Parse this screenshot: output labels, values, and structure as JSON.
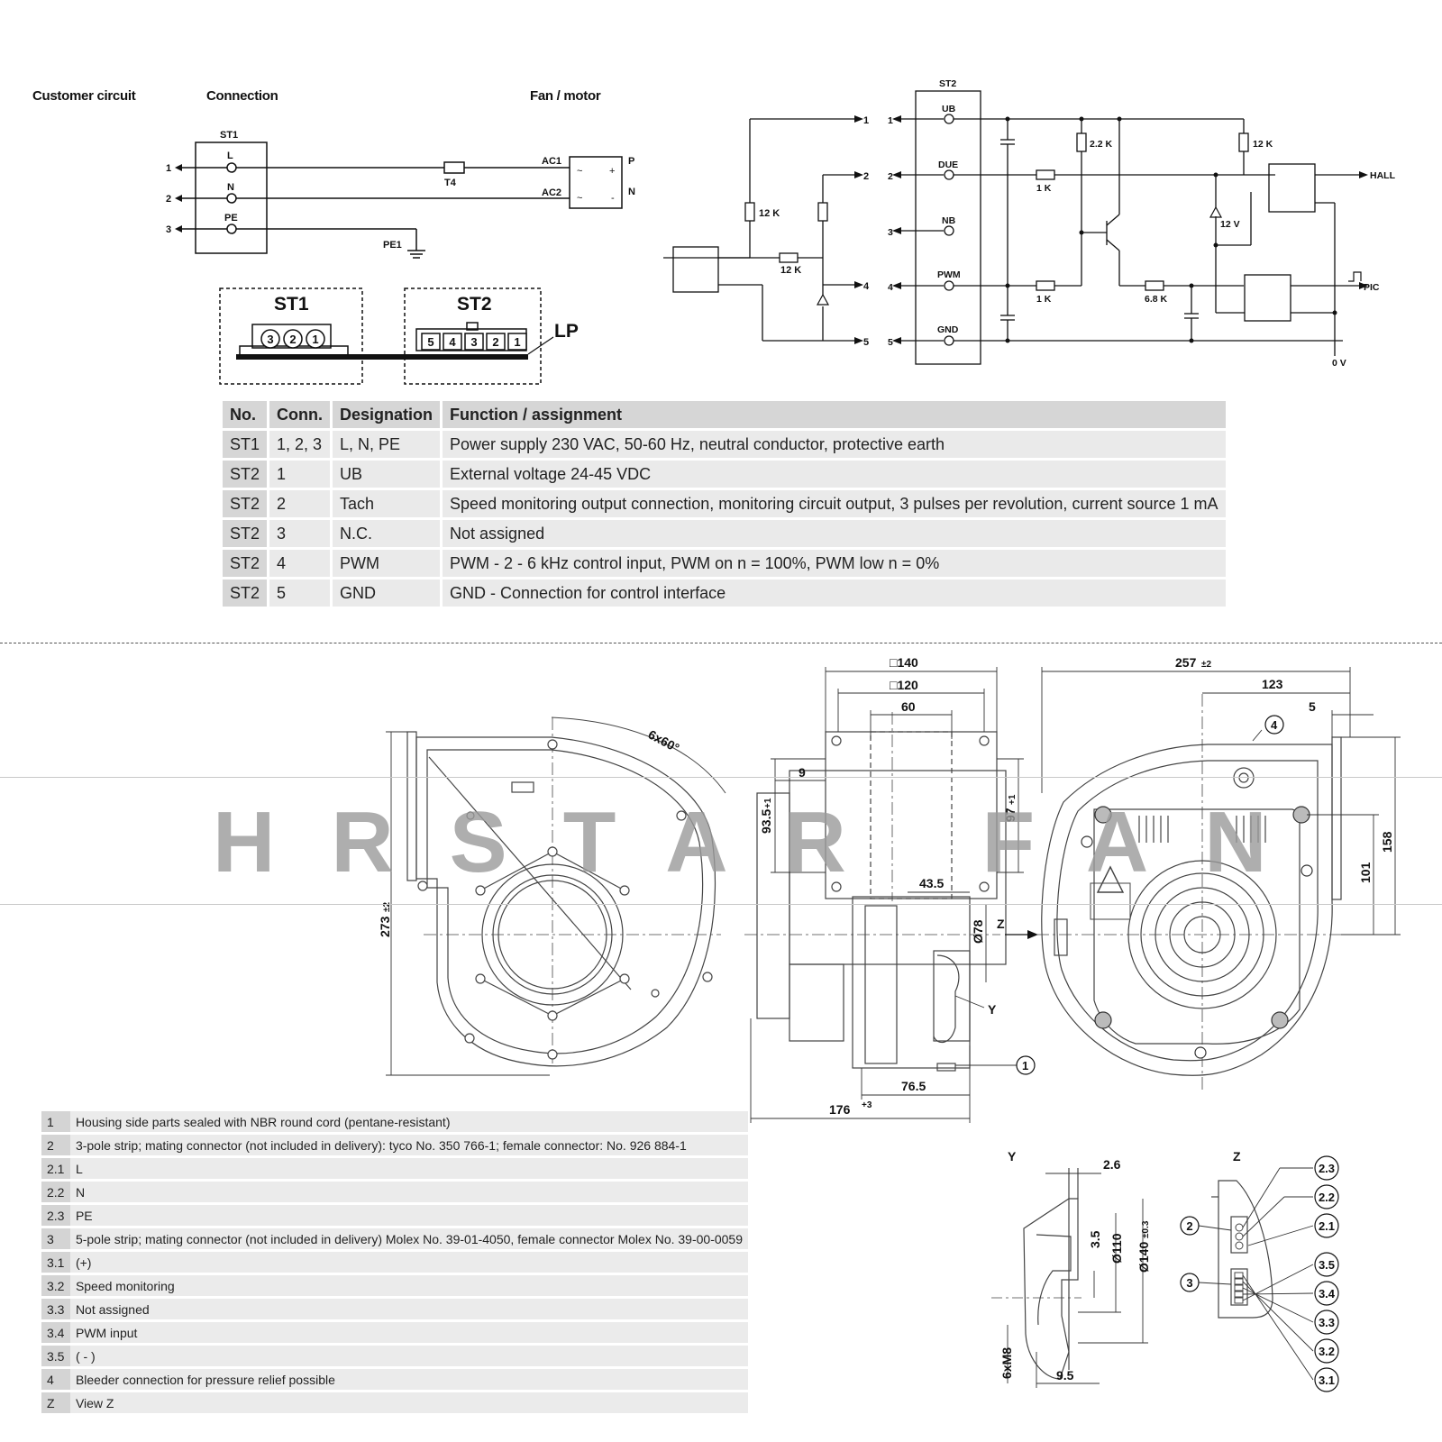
{
  "headers": {
    "customer": "Customer circuit",
    "connection": "Connection",
    "fan": "Fan / motor"
  },
  "left_circuit": {
    "st1": "ST1",
    "l": "L",
    "n": "N",
    "pe": "PE",
    "t4": "T4",
    "ac1": "AC1",
    "ac2": "AC2",
    "p": "P",
    "n2": "N",
    "pe1": "PE1",
    "num1": "1",
    "num2": "2",
    "num3": "3"
  },
  "connectors": {
    "st1": "ST1",
    "st2": "ST2",
    "lp": "LP",
    "st1_pins": [
      "3",
      "2",
      "1"
    ],
    "st2_pins": [
      "5",
      "4",
      "3",
      "2",
      "1"
    ]
  },
  "right_circuit": {
    "st2": "ST2",
    "ub": "UB",
    "due": "DUE",
    "nb": "NB",
    "pwm": "PWM",
    "gnd": "GND",
    "r12k_a": "12 K",
    "r12k_b": "12 K",
    "r2_2k": "2.2 K",
    "r12k_c": "12 K",
    "r1k_a": "1 K",
    "r1k_b": "1 K",
    "r6_8k": "6.8 K",
    "z12v": "12 V",
    "hall": "HALL",
    "pic": "PIC",
    "zero_v": "0 V",
    "nums": [
      "1",
      "2",
      "3",
      "4",
      "5"
    ]
  },
  "pin_table": {
    "headers": [
      "No.",
      "Conn.",
      "Designation",
      "Function / assignment"
    ],
    "rows": [
      [
        "ST1",
        "1, 2, 3",
        "L, N, PE",
        "Power supply 230 VAC, 50-60 Hz, neutral conductor, protective earth"
      ],
      [
        "ST2",
        "1",
        "UB",
        "External voltage 24-45 VDC"
      ],
      [
        "ST2",
        "2",
        "Tach",
        "Speed monitoring output connection, monitoring circuit output, 3 pulses per revolution, current source 1 mA"
      ],
      [
        "ST2",
        "3",
        "N.C.",
        "Not assigned"
      ],
      [
        "ST2",
        "4",
        "PWM",
        "PWM - 2 - 6 kHz control input, PWM on n = 100%, PWM low n = 0%"
      ],
      [
        "ST2",
        "5",
        "GND",
        "GND - Connection for control interface"
      ]
    ]
  },
  "dims": {
    "d140": "□140",
    "d120": "□120",
    "d60": "60",
    "d9": "9",
    "d93_5": "93.5",
    "d93_5_tol": "+1",
    "d97": "97",
    "d97_tol": "+1",
    "d43_5": "43.5",
    "d78": "Ø78",
    "d76_5": "76.5",
    "d176": "176",
    "d176_tol": "+3",
    "d273": "273",
    "d273_tol": "±2",
    "d6x60": "6x60°",
    "d257": "257",
    "d257_tol": "±2",
    "d123": "123",
    "d5": "5",
    "d158": "158",
    "d101": "101",
    "z": "Z",
    "y": "Y",
    "c1": "1",
    "c4": "4"
  },
  "details": {
    "y_title": "Y",
    "z_title": "Z",
    "d2_6": "2.6",
    "d3_5": "3.5",
    "d110": "Ø110",
    "d140": "Ø140",
    "d140_tol": "±0.3",
    "d6xm8": "6xM8",
    "d9_5": "9.5",
    "c2": "2",
    "c3": "3",
    "c2_3": "2.3",
    "c2_2": "2.2",
    "c2_1": "2.1",
    "c3_5": "3.5",
    "c3_4": "3.4",
    "c3_3": "3.3",
    "c3_2": "3.2",
    "c3_1": "3.1"
  },
  "legend": [
    [
      "1",
      "Housing side parts sealed with NBR round cord (pentane-resistant)"
    ],
    [
      "2",
      "3-pole strip; mating connector (not included in delivery): tyco No. 350 766-1; female connector: No. 926 884-1"
    ],
    [
      "2.1",
      "L"
    ],
    [
      "2.2",
      "N"
    ],
    [
      "2.3",
      "PE"
    ],
    [
      "3",
      "5-pole strip; mating connector (not included in delivery) Molex No. 39-01-4050, female connector Molex No. 39-00-0059"
    ],
    [
      "3.1",
      "(+)"
    ],
    [
      "3.2",
      "Speed monitoring"
    ],
    [
      "3.3",
      "Not assigned"
    ],
    [
      "3.4",
      "PWM input"
    ],
    [
      "3.5",
      "( - )"
    ],
    [
      "4",
      "Bleeder connection for pressure relief possible"
    ],
    [
      "Z",
      "View Z"
    ]
  ],
  "watermark": "HRSTAR FAN"
}
